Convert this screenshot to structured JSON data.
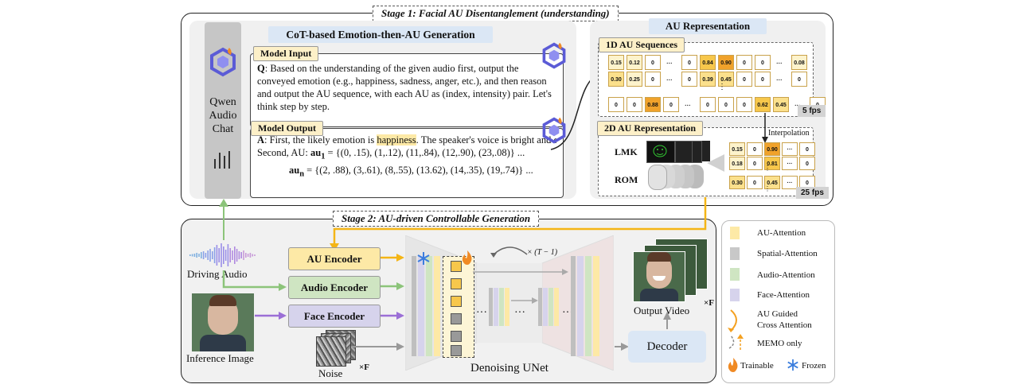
{
  "stage1": {
    "label": "Stage 1: Facial AU Disentanglement (understanding)",
    "model_name": "Qwen Audio Chat",
    "cot_title": "CoT-based Emotion-then-AU Generation",
    "model_input_label": "Model Input",
    "q_prefix": "Q",
    "q_text": ": Based on the understanding of the given audio first, output the conveyed emotion (e.g., happiness, sadness, anger, etc.), and then reason and output the AU sequence, with each AU as (index, intensity) pair. Let's think step by step.",
    "model_output_label": "Model Output",
    "a_prefix": "A",
    "a_text_1": ": First, the likely emotion is ",
    "a_highlight": "happiness",
    "a_text_2": ". The speaker's voice is bright and energetic, with a slightly higher pitch and a rhythmic…",
    "a_line3_prefix": "Second, AU: ",
    "au1_sym": "au",
    "au1_sub": "1",
    "au1_vals": " = {(0, .15), (1,.12), (11,.84), (12,.90), (23,.08)} ...",
    "aun_sym": "au",
    "aun_sub": "n",
    "aun_vals": " = {(2, .88), (3,.61), (8,.55), (13.62), (14,.35), (19,.74)} ..."
  },
  "au_rep": {
    "title": "AU Representation",
    "seq_label": "1D AU Sequences",
    "rep2d_label": "2D AU Representation",
    "fps5": "5 fps",
    "fps25": "25 fps",
    "interp": "Interpolation",
    "lmk": "LMK",
    "rom": "ROM",
    "dots": "...",
    "dots2": "···",
    "vdots": "⋮",
    "row1": [
      "0.15",
      "0.12",
      "0",
      "...",
      "0",
      "0.84",
      "0.90",
      "0",
      "0",
      "...",
      "0.08"
    ],
    "row2": [
      "0.30",
      "0.25",
      "0",
      "...",
      "0",
      "0.39",
      "0.45",
      "0",
      "0",
      "...",
      "0"
    ],
    "row3": [
      "0",
      "0",
      "0.88",
      "0",
      "...",
      "0",
      "0",
      "0",
      "0.62",
      "0.45",
      "...",
      "0"
    ],
    "grid2d_r1": [
      "0.15",
      "0",
      "0.90",
      "···",
      "0"
    ],
    "grid2d_r2": [
      "0.18",
      "0",
      "0.81",
      "···",
      "0"
    ],
    "grid2d_r3": [
      "0.30",
      "0",
      "0.45",
      "···",
      "0"
    ]
  },
  "stage2": {
    "label": "Stage 2: AU-driven Controllable Generation",
    "driving_audio": "Driving Audio",
    "inference_image": "Inference Image",
    "noise": "Noise",
    "xf": "×F",
    "au_encoder": "AU Encoder",
    "audio_encoder": "Audio Encoder",
    "face_encoder": "Face Encoder",
    "unet_label": "Denoising UNet",
    "loop_label": "× (T − 1)",
    "decoder": "Decoder",
    "output_video": "Output Video",
    "xf2": "×F",
    "unet_dots": "···"
  },
  "legend": {
    "au_attn": "AU-Attention",
    "spatial_attn": "Spatial-Attention",
    "audio_attn": "Audio-Attention",
    "face_attn": "Face-Attention",
    "au_guided": "AU Guided",
    "cross_attn": "Cross Attention",
    "memo": "MEMO only",
    "trainable": "Trainable",
    "frozen": "Frozen"
  },
  "colors": {
    "au": "#fde9a6",
    "spatial": "#c8c8c8",
    "audio": "#cfe5c2",
    "face": "#d6d3ec",
    "arrow_orange": "#f4b516",
    "arrow_green": "#8cc47a",
    "arrow_purple": "#9b6fd6"
  }
}
